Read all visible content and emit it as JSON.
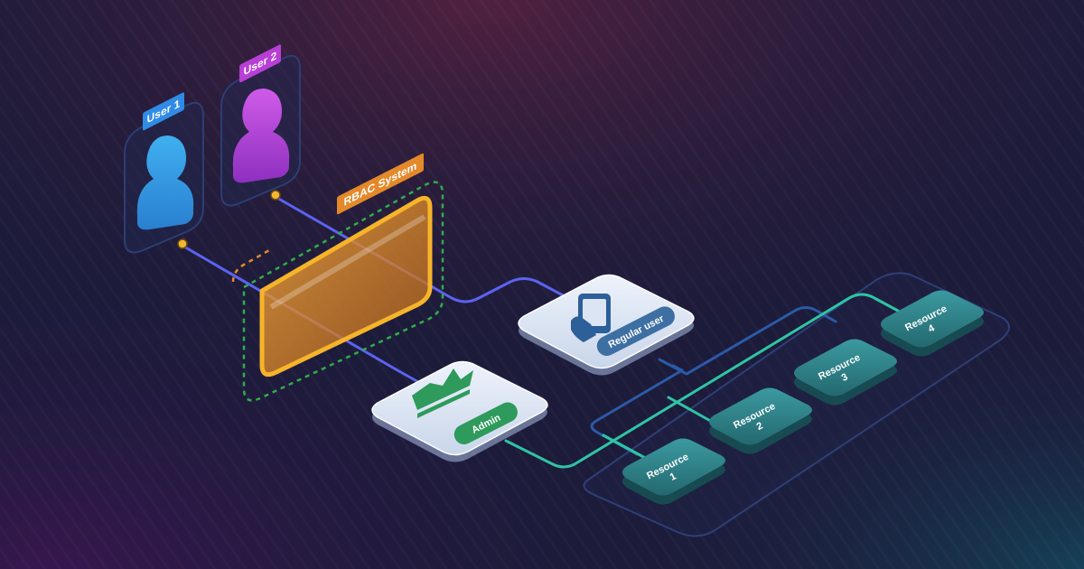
{
  "users": [
    {
      "label": "User 1",
      "color": "#2f8be6"
    },
    {
      "label": "User 2",
      "color": "#b83fd6"
    }
  ],
  "system": {
    "label": "RBAC System",
    "color": "#e4892a"
  },
  "roles": [
    {
      "label": "Regular user",
      "icon": "tablet-hand-icon"
    },
    {
      "label": "Admin",
      "icon": "crown-icon"
    }
  ],
  "resources": [
    {
      "line1": "Resource",
      "line2": "1"
    },
    {
      "line1": "Resource",
      "line2": "2"
    },
    {
      "line1": "Resource",
      "line2": "3"
    },
    {
      "line1": "Resource",
      "line2": "4"
    }
  ],
  "colors": {
    "user_line": "#5b63f0",
    "role_line": "#2b5aa8",
    "admin_line": "#2fc5a5",
    "resource_tile": "#2b7d82",
    "admin_badge": "#2e9a5c",
    "regular_badge": "#3e6fa3"
  }
}
